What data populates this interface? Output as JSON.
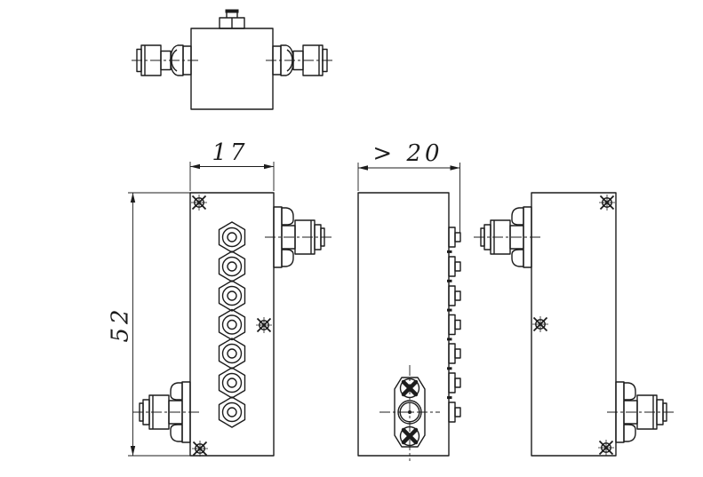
{
  "drawing": {
    "dimensions": {
      "width": "17",
      "depth": "> 20",
      "height": "52"
    },
    "features": {
      "front_hex_nut_count": 7,
      "side_screw_profile_count": 7,
      "coaxial_connector_count": 2,
      "cover_screw_count": 3,
      "side_plate_phillips_screw_count": 2
    },
    "colors": {
      "ink": "#1c1c1c",
      "paper": "#ffffff"
    }
  }
}
